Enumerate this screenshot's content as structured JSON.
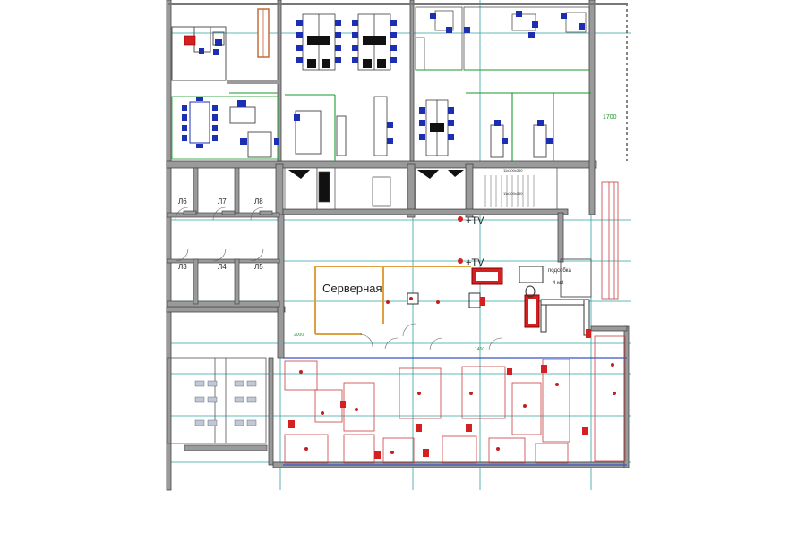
{
  "labels": {
    "rooms": [
      "Л6",
      "Л7",
      "Л8",
      "Л3",
      "Л4",
      "Л5"
    ],
    "server_room": "Серверная",
    "tv_1": "+TV",
    "tv_2": "+TV",
    "storage_line1": "подсобка",
    "storage_line2": "4 м2",
    "dim_1700": "1700",
    "dim_2000": "2000",
    "dim_1450": "1450",
    "stair_line1": "11x300x300",
    "stair_line2": "11x300x300"
  },
  "colors": {
    "wall": "#555555",
    "wall_fill": "#9a9a9a",
    "grid": "#2fa3a3",
    "green_partition": "#1a9a2a",
    "orange_partition": "#e0a040",
    "furniture_red": "#d42020",
    "furniture_blue": "#1c2fb0",
    "outline_blue": "#3a55c8",
    "red_outline": "#c84040"
  }
}
